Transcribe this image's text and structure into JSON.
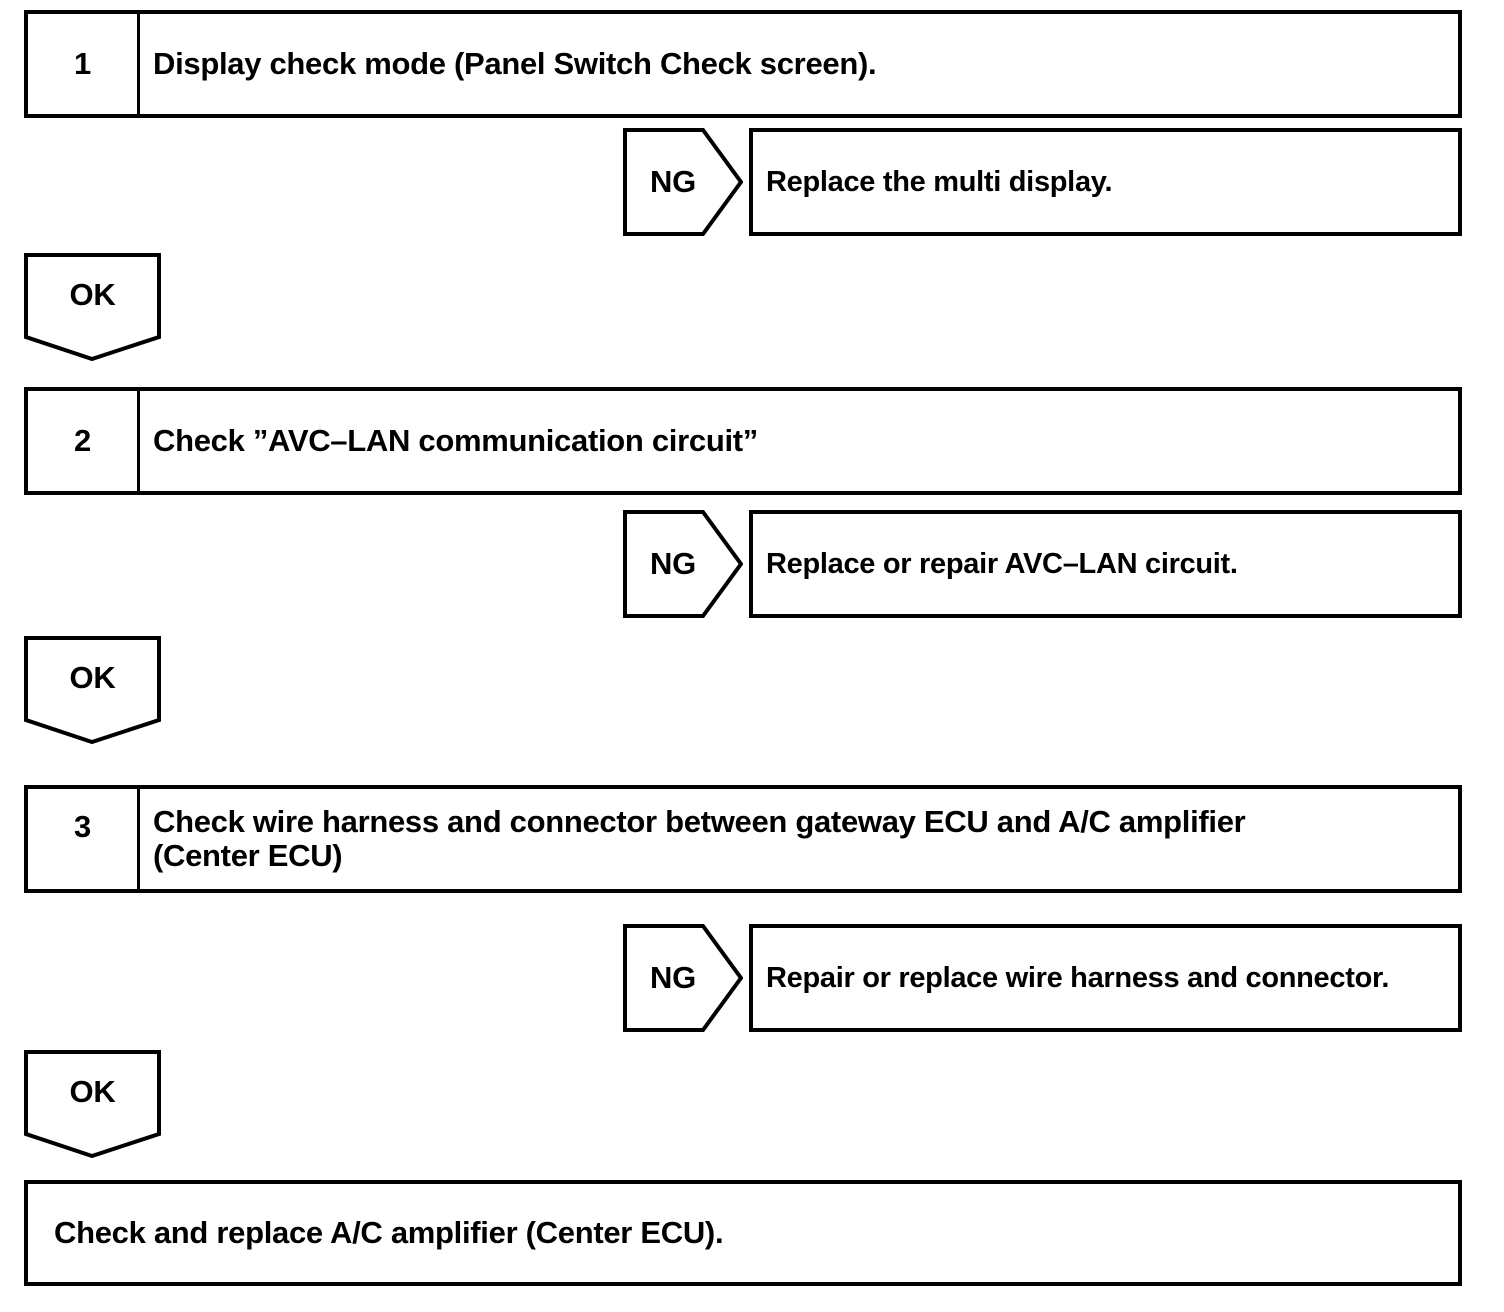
{
  "flowchart": {
    "steps": [
      {
        "number": "1",
        "instruction_lines": [
          "Display check mode (Panel Switch Check screen)."
        ],
        "ng_label": "NG",
        "ng_action": "Replace the multi display.",
        "ok_label": "OK"
      },
      {
        "number": "2",
        "instruction_lines": [
          "Check ”AVC–LAN communication circuit”"
        ],
        "ng_label": "NG",
        "ng_action": "Replace or repair AVC–LAN circuit.",
        "ok_label": "OK"
      },
      {
        "number": "3",
        "instruction_lines": [
          "Check wire harness and connector between gateway ECU and A/C amplifier",
          "(Center ECU)"
        ],
        "ng_label": "NG",
        "ng_action": "Repair or replace wire harness and connector.",
        "ok_label": "OK"
      }
    ],
    "final_action": "Check and replace A/C amplifier (Center ECU).",
    "colors": {
      "line": "#000000",
      "background": "#ffffff",
      "text": "#000000"
    }
  }
}
